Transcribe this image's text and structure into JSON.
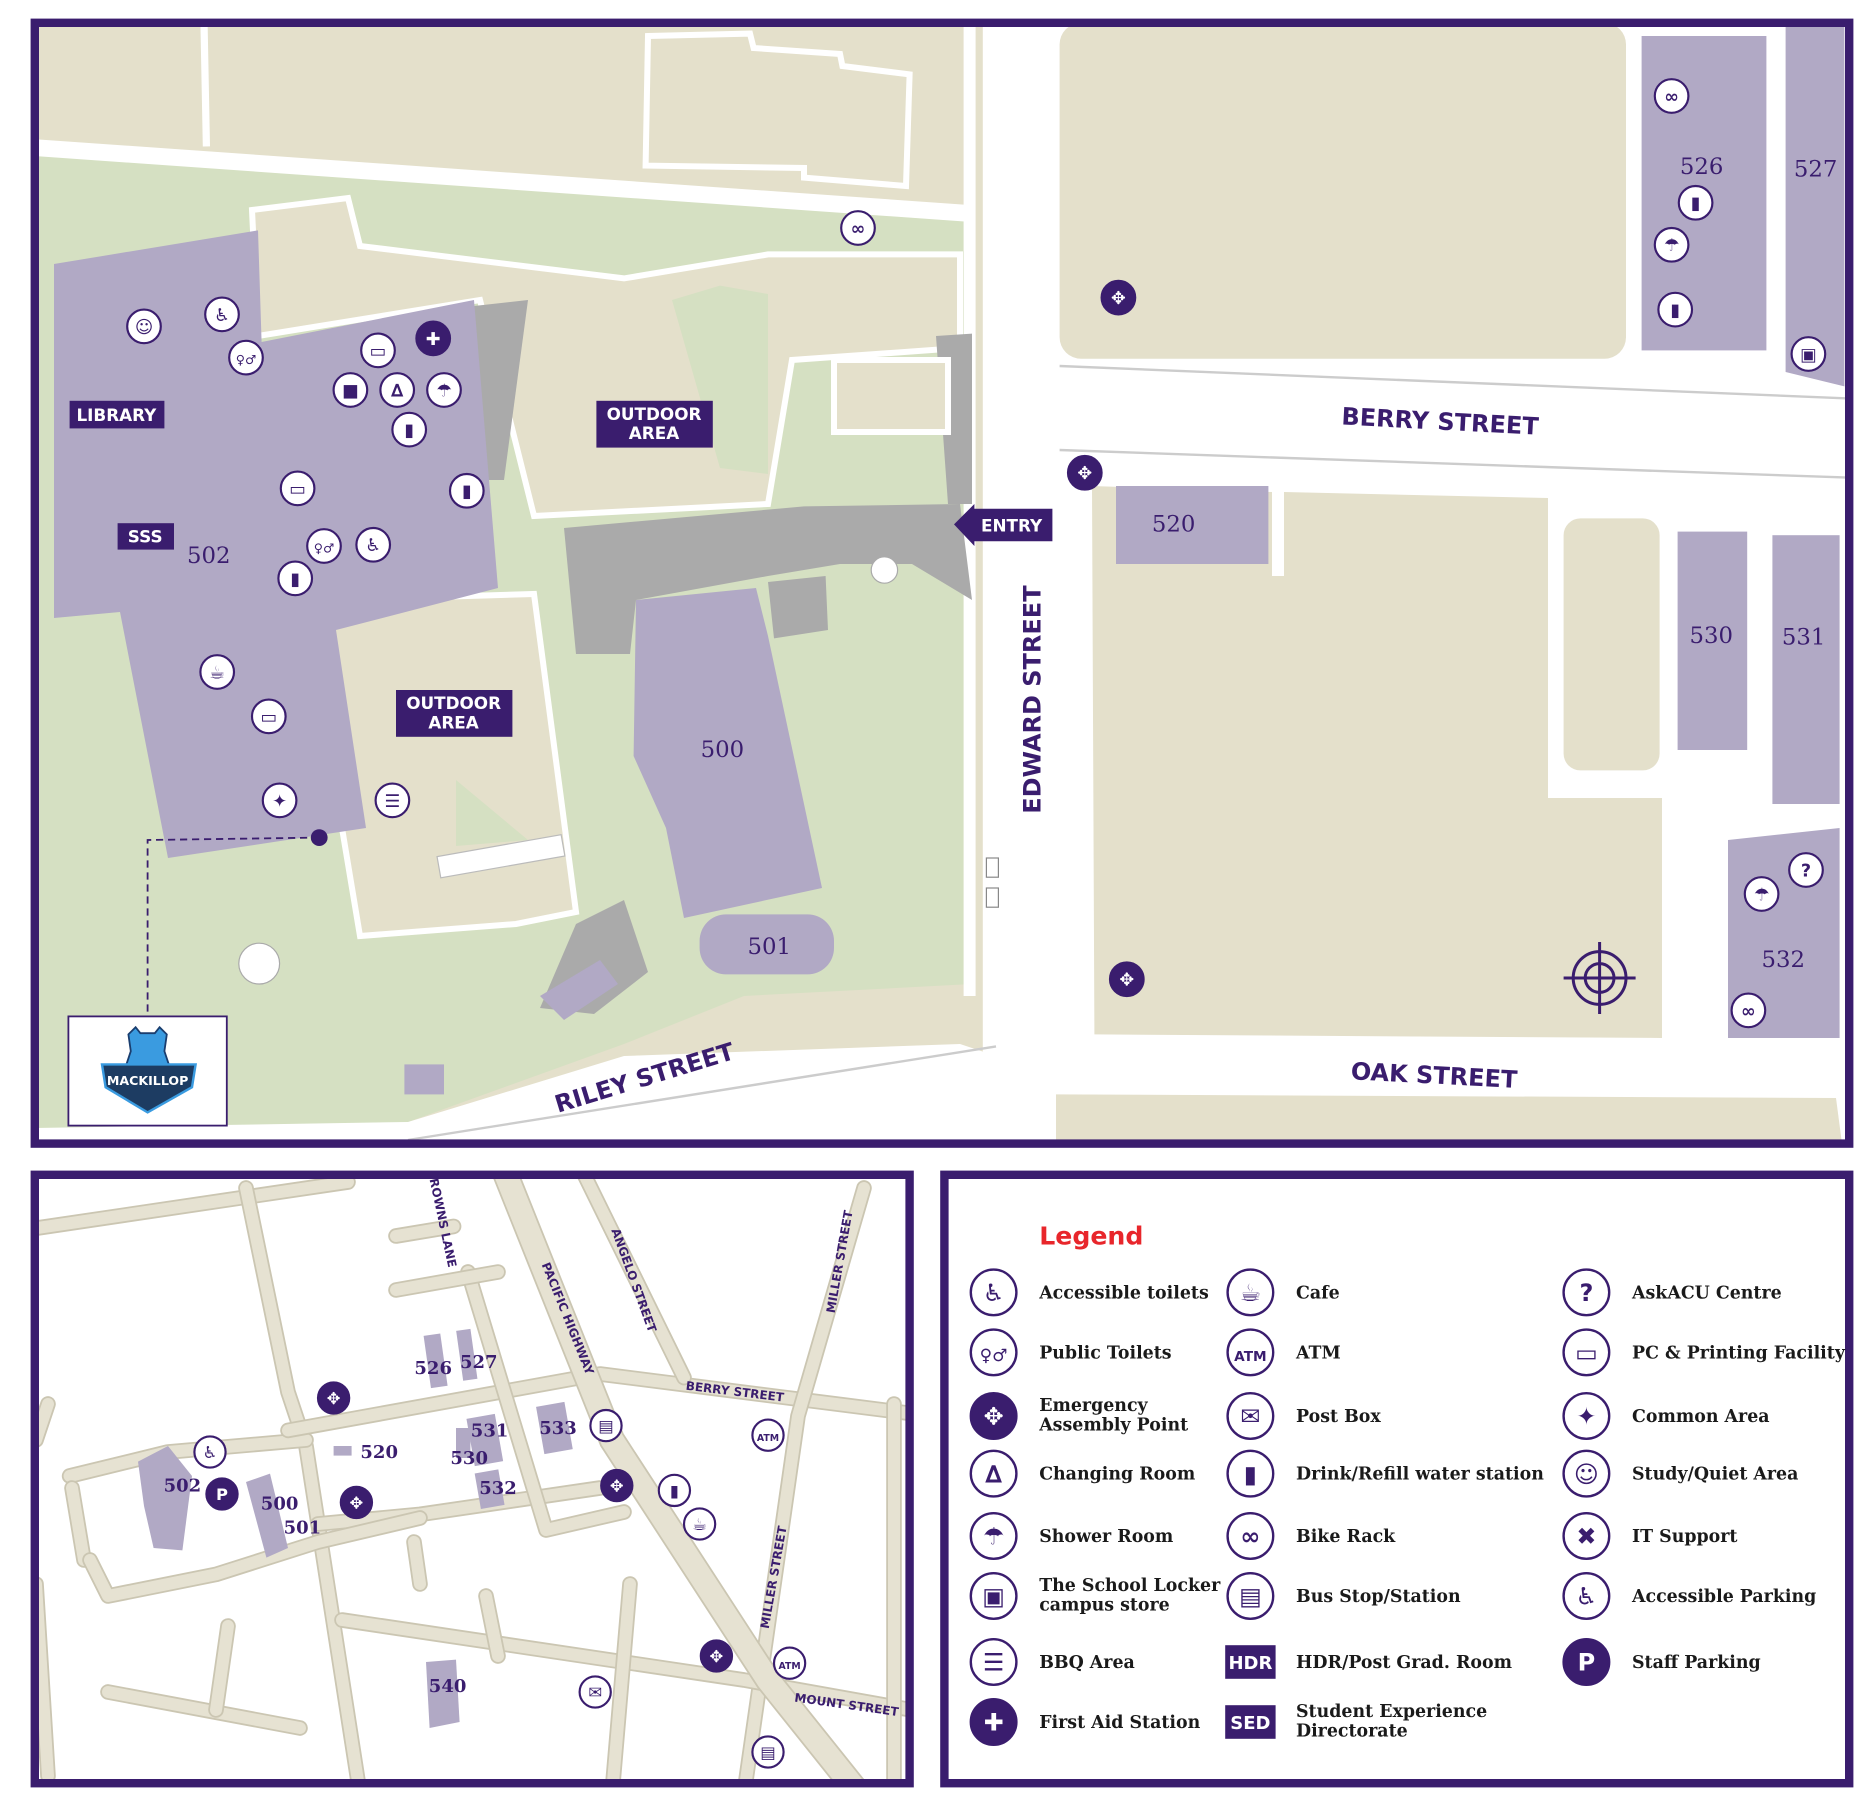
{
  "colors": {
    "frame": "#3a1d6e",
    "building": "#b1a9c5",
    "grass": "#d5e0c2",
    "paving": "#e4e0cb",
    "path": "#aaaaaa",
    "road": "#ffffff",
    "inset_road": "#e6e2d2",
    "legend_title": "#e8262b"
  },
  "main_map": {
    "labels": {
      "library": "LIBRARY",
      "sss": "SSS",
      "outdoor_area_1": [
        "OUTDOOR",
        "AREA"
      ],
      "outdoor_area_2": [
        "OUTDOOR",
        "AREA"
      ],
      "entry": "ENTRY"
    },
    "streets": {
      "berry": "BERRY STREET",
      "edward": "EDWARD STREET",
      "oak": "OAK STREET",
      "riley": "RILEY STREET"
    },
    "buildings": {
      "b502": "502",
      "b500": "500",
      "b501": "501",
      "b520": "520",
      "b526": "526",
      "b527": "527",
      "b530": "530",
      "b531": "531",
      "b532": "532"
    },
    "logo_text": "MACKILLOP"
  },
  "inset_map": {
    "streets": {
      "browns": "BROWNS LANE",
      "pacific": "PACIFIC HIGHWAY",
      "angelo": "ANGELO STREET",
      "miller_n": "MILLER STREET",
      "miller_s": "MILLER STREET",
      "berry": "BERRY STREET",
      "mount": "MOUNT STREET"
    },
    "buildings": {
      "b526": "526",
      "b527": "527",
      "b520": "520",
      "b531": "531",
      "b530": "530",
      "b532": "532",
      "b533": "533",
      "b502": "502",
      "b500": "500",
      "b501": "501",
      "b540": "540"
    }
  },
  "legend": {
    "title": "Legend",
    "columns": [
      [
        {
          "icon": "accessible-toilet",
          "label": [
            "Accessible toilets"
          ]
        },
        {
          "icon": "public-toilets",
          "label": [
            "Public Toilets"
          ]
        },
        {
          "icon": "emergency-assembly",
          "label": [
            "Emergency",
            "Assembly Point"
          ]
        },
        {
          "icon": "changing-room",
          "label": [
            "Changing Room"
          ]
        },
        {
          "icon": "shower",
          "label": [
            "Shower Room"
          ]
        },
        {
          "icon": "school-locker",
          "label": [
            "The School Locker",
            "campus store"
          ]
        },
        {
          "icon": "bbq",
          "label": [
            "BBQ Area"
          ]
        },
        {
          "icon": "first-aid",
          "label": [
            "First Aid Station"
          ]
        }
      ],
      [
        {
          "icon": "cafe",
          "label": [
            "Cafe"
          ]
        },
        {
          "icon": "atm",
          "label": [
            "ATM"
          ]
        },
        {
          "icon": "post-box",
          "label": [
            "Post Box"
          ]
        },
        {
          "icon": "water-bottle",
          "label": [
            "Drink/Refill water station"
          ]
        },
        {
          "icon": "bike",
          "label": [
            "Bike Rack"
          ]
        },
        {
          "icon": "bus",
          "label": [
            "Bus Stop/Station"
          ]
        },
        {
          "icon": "hdr",
          "badge": "HDR",
          "label": [
            "HDR/Post Grad. Room"
          ]
        },
        {
          "icon": "sed",
          "badge": "SED",
          "label": [
            "Student Experience",
            "Directorate"
          ]
        }
      ],
      [
        {
          "icon": "question",
          "label": [
            "AskACU Centre"
          ]
        },
        {
          "icon": "computer",
          "label": [
            "PC & Printing Facility"
          ]
        },
        {
          "icon": "gamepad",
          "label": [
            "Common Area"
          ]
        },
        {
          "icon": "study",
          "label": [
            "Study/Quiet Area"
          ]
        },
        {
          "icon": "it-support",
          "label": [
            "IT Support"
          ]
        },
        {
          "icon": "accessible-parking",
          "label": [
            "Accessible Parking"
          ]
        },
        {
          "icon": "staff-parking",
          "label": [
            "Staff Parking"
          ]
        }
      ]
    ]
  }
}
